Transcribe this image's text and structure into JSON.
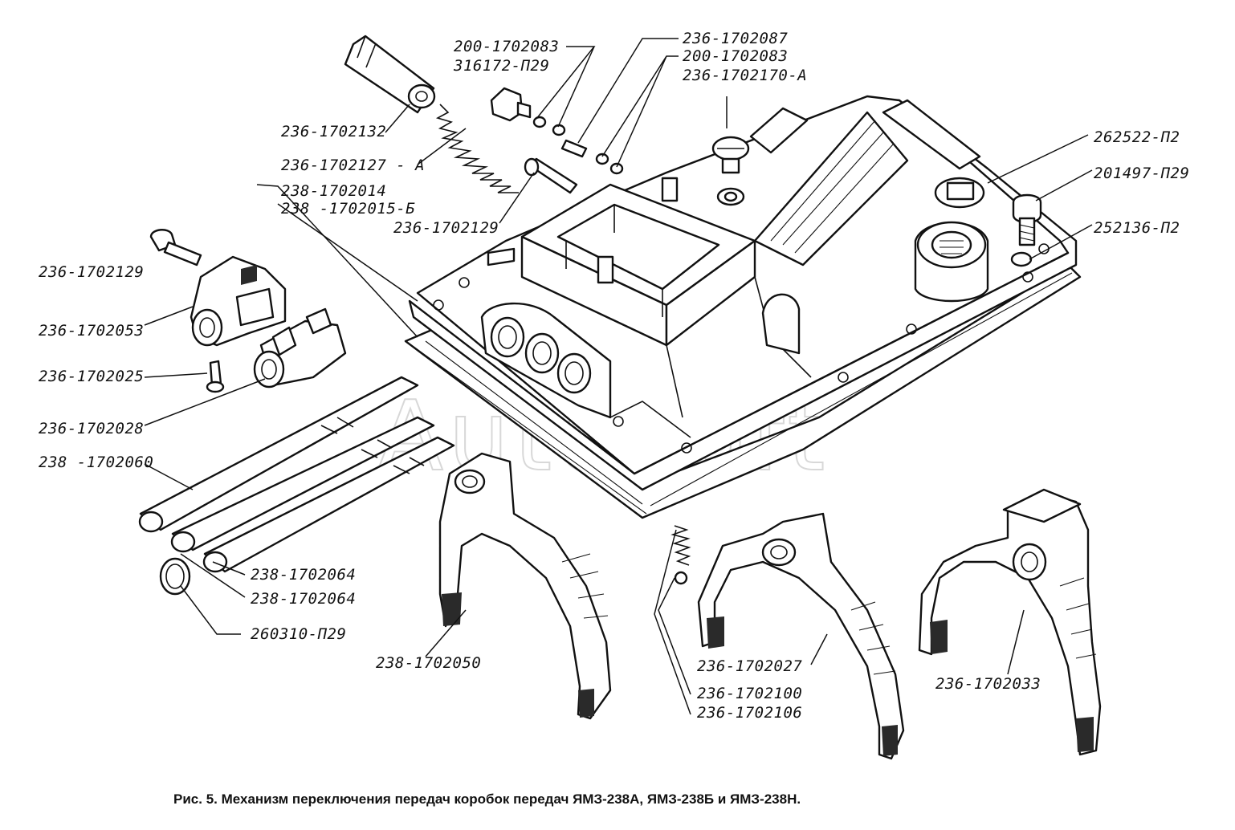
{
  "caption": "Рис. 5. Механизм переключения передач коробок передач ЯМЗ-238А, ЯМЗ-238Б и ЯМЗ-238Н.",
  "watermark": "AutoSoft",
  "labels": {
    "p200_1702083_a": "200-1702083",
    "p316172_p29": "316172-П29",
    "p236_1702087": "236-1702087",
    "p200_1702083_b": "200-1702083",
    "p236_1702170_a": "236-1702170-А",
    "p236_1702132": "236-1702132",
    "p236_1702127_a": "236-1702127 - А",
    "p238_1702014": "238-1702014",
    "p238_1702015_b": "238 -1702015-Б",
    "p236_1702129_top": "236-1702129",
    "p262522_p2": "262522-П2",
    "p201497_p29": "201497-П29",
    "p252136_p2": "252136-П2",
    "p236_1702129_left": "236-1702129",
    "p236_1702053": "236-1702053",
    "p236_1702025": "236-1702025",
    "p236_1702028": "236-1702028",
    "p238_1702060": "238 -1702060",
    "p238_1702064_a": "238-1702064",
    "p238_1702064_b": "238-1702064",
    "p260310_p29": "260310-П29",
    "p238_1702050": "238-1702050",
    "p236_1702027": "236-1702027",
    "p236_1702100": "236-1702100",
    "p236_1702106": "236-1702106",
    "p236_1702033": "236-1702033"
  }
}
